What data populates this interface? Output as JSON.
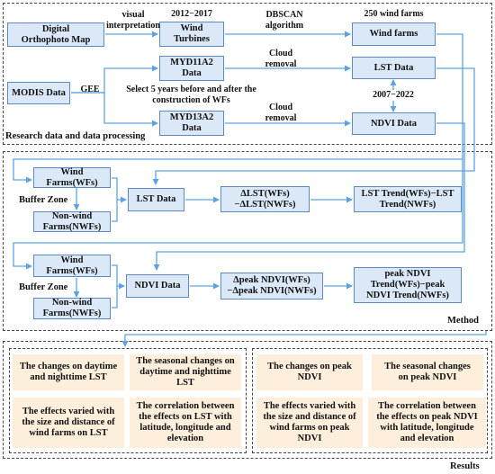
{
  "sections": {
    "research": "Research data and data processing",
    "method": "Method",
    "results": "Results"
  },
  "boxes": {
    "dom": "Digital\nOrthophoto Map",
    "wind_turbines": "Wind\nTurbines",
    "wind_farms": "Wind farms",
    "modis": "MODIS Data",
    "myd11a2": "MYD11A2\nData",
    "myd13a2": "MYD13A2\nData",
    "lst_data_top": "LST Data",
    "ndvi_data_top": "NDVI Data",
    "wf1": "Wind\nFarms(WFs)",
    "nwf1": "Non-wind\nFarms(NWFs)",
    "lst_mid": "LST Data",
    "delta_lst": "ΔLST(WFs)\n−ΔLST(NWFs)",
    "lst_trend": "LST Trend(WFs)−LST\nTrend(NWFs)",
    "wf2": "Wind\nFarms(WFs)",
    "nwf2": "Non-wind\nFarms(NWFs)",
    "ndvi_mid": "NDVI Data",
    "delta_ndvi": "Δpeak NDVI(WFs)\n−Δpeak NDVI(NWFs)",
    "ndvi_trend": "peak NDVI\nTrend(WFs)−peak\nNDVI Trend(NWFs)"
  },
  "labels": {
    "visual": "visual\ninterpretation",
    "years_2012": "2012−2017",
    "dbscan": "DBSCAN\nalgorithm",
    "farms250": "250 wind farms",
    "cloud1": "Cloud\nremoval",
    "gee": "GEE",
    "select": "Select 5 years before and after the\nconstruction of WFs",
    "years_2007": "2007−2022",
    "cloud2": "Cloud\nremoval",
    "buffer1": "Buffer Zone",
    "buffer2": "Buffer Zone"
  },
  "results": {
    "r1": "The changes on daytime\nand nighttime LST",
    "r2": "The seasonal changes on\ndaytime and nighttime\nLST",
    "r3": "The effects varied with\nthe size and distance of\nwind farms on LST",
    "r4": "The correlation between\nthe effects on LST with\nlatitude, longitude and\nelevation",
    "r5": "The changes on peak\nNDVI",
    "r6": "The seasonal changes\non peak NDVI",
    "r7": "The effects varied with\nthe size and distance of\nwind farms on peak\nNDVI",
    "r8": "The correlation between\nthe effects on peak NDVI\nwith latitude, longitude\nand elevation"
  },
  "colors": {
    "box_fill": "#dae8f7",
    "box_border": "#5b8bc4",
    "arrow": "#5ea3df",
    "result_fill": "#fdefdc",
    "dashed_border": "#444444"
  }
}
